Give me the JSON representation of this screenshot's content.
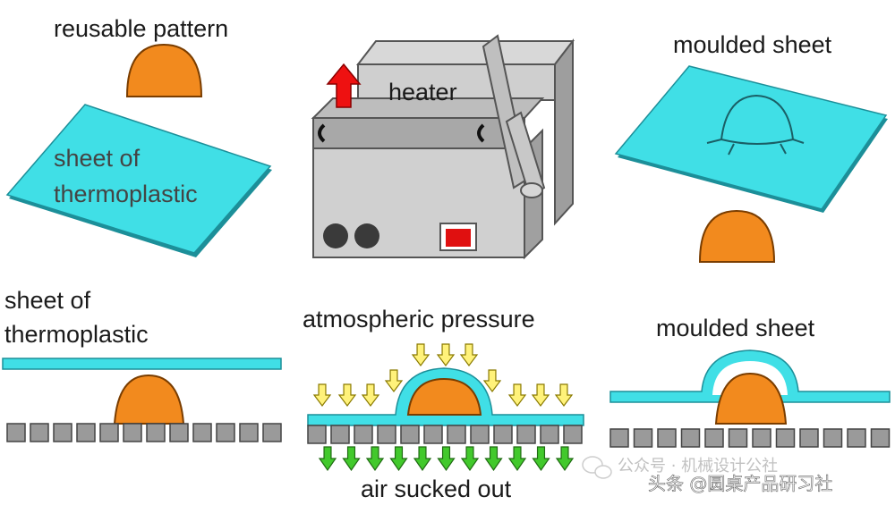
{
  "labels": {
    "reusable_pattern": "reusable pattern",
    "heater": "heater",
    "moulded_sheet_top": "moulded sheet",
    "sheet_of_top_line1": "sheet of",
    "sheet_of_top_line2": "thermoplastic",
    "sheet_of_bottom_line1": "sheet of",
    "sheet_of_bottom_line2": "thermoplastic",
    "atmospheric_pressure": "atmospheric pressure",
    "moulded_sheet_bottom": "moulded sheet",
    "air_sucked_out": "air sucked out"
  },
  "watermark": {
    "text": "头条 @圆桌产品研习社",
    "faded_text": "公众号 · 机械设计公社"
  },
  "colors": {
    "pattern_orange": "#f28a1e",
    "sheet_cyan": "#40dfe6",
    "sheet_outline": "#1c8f99",
    "machine_grey": "#c8c8c8",
    "machine_dark": "#8a8a8a",
    "up_arrow_red": "#ee1111",
    "pressure_arrow_yellow": "#fff27a",
    "suction_arrow_green": "#42c92c",
    "vacuum_block_grey": "#9a9a9a"
  },
  "icons": {
    "up_arrow": "up-arrow-icon",
    "pressure_arrow": "down-arrow-icon",
    "suction_arrow": "down-arrow-icon",
    "wechat": "wechat-icon"
  }
}
